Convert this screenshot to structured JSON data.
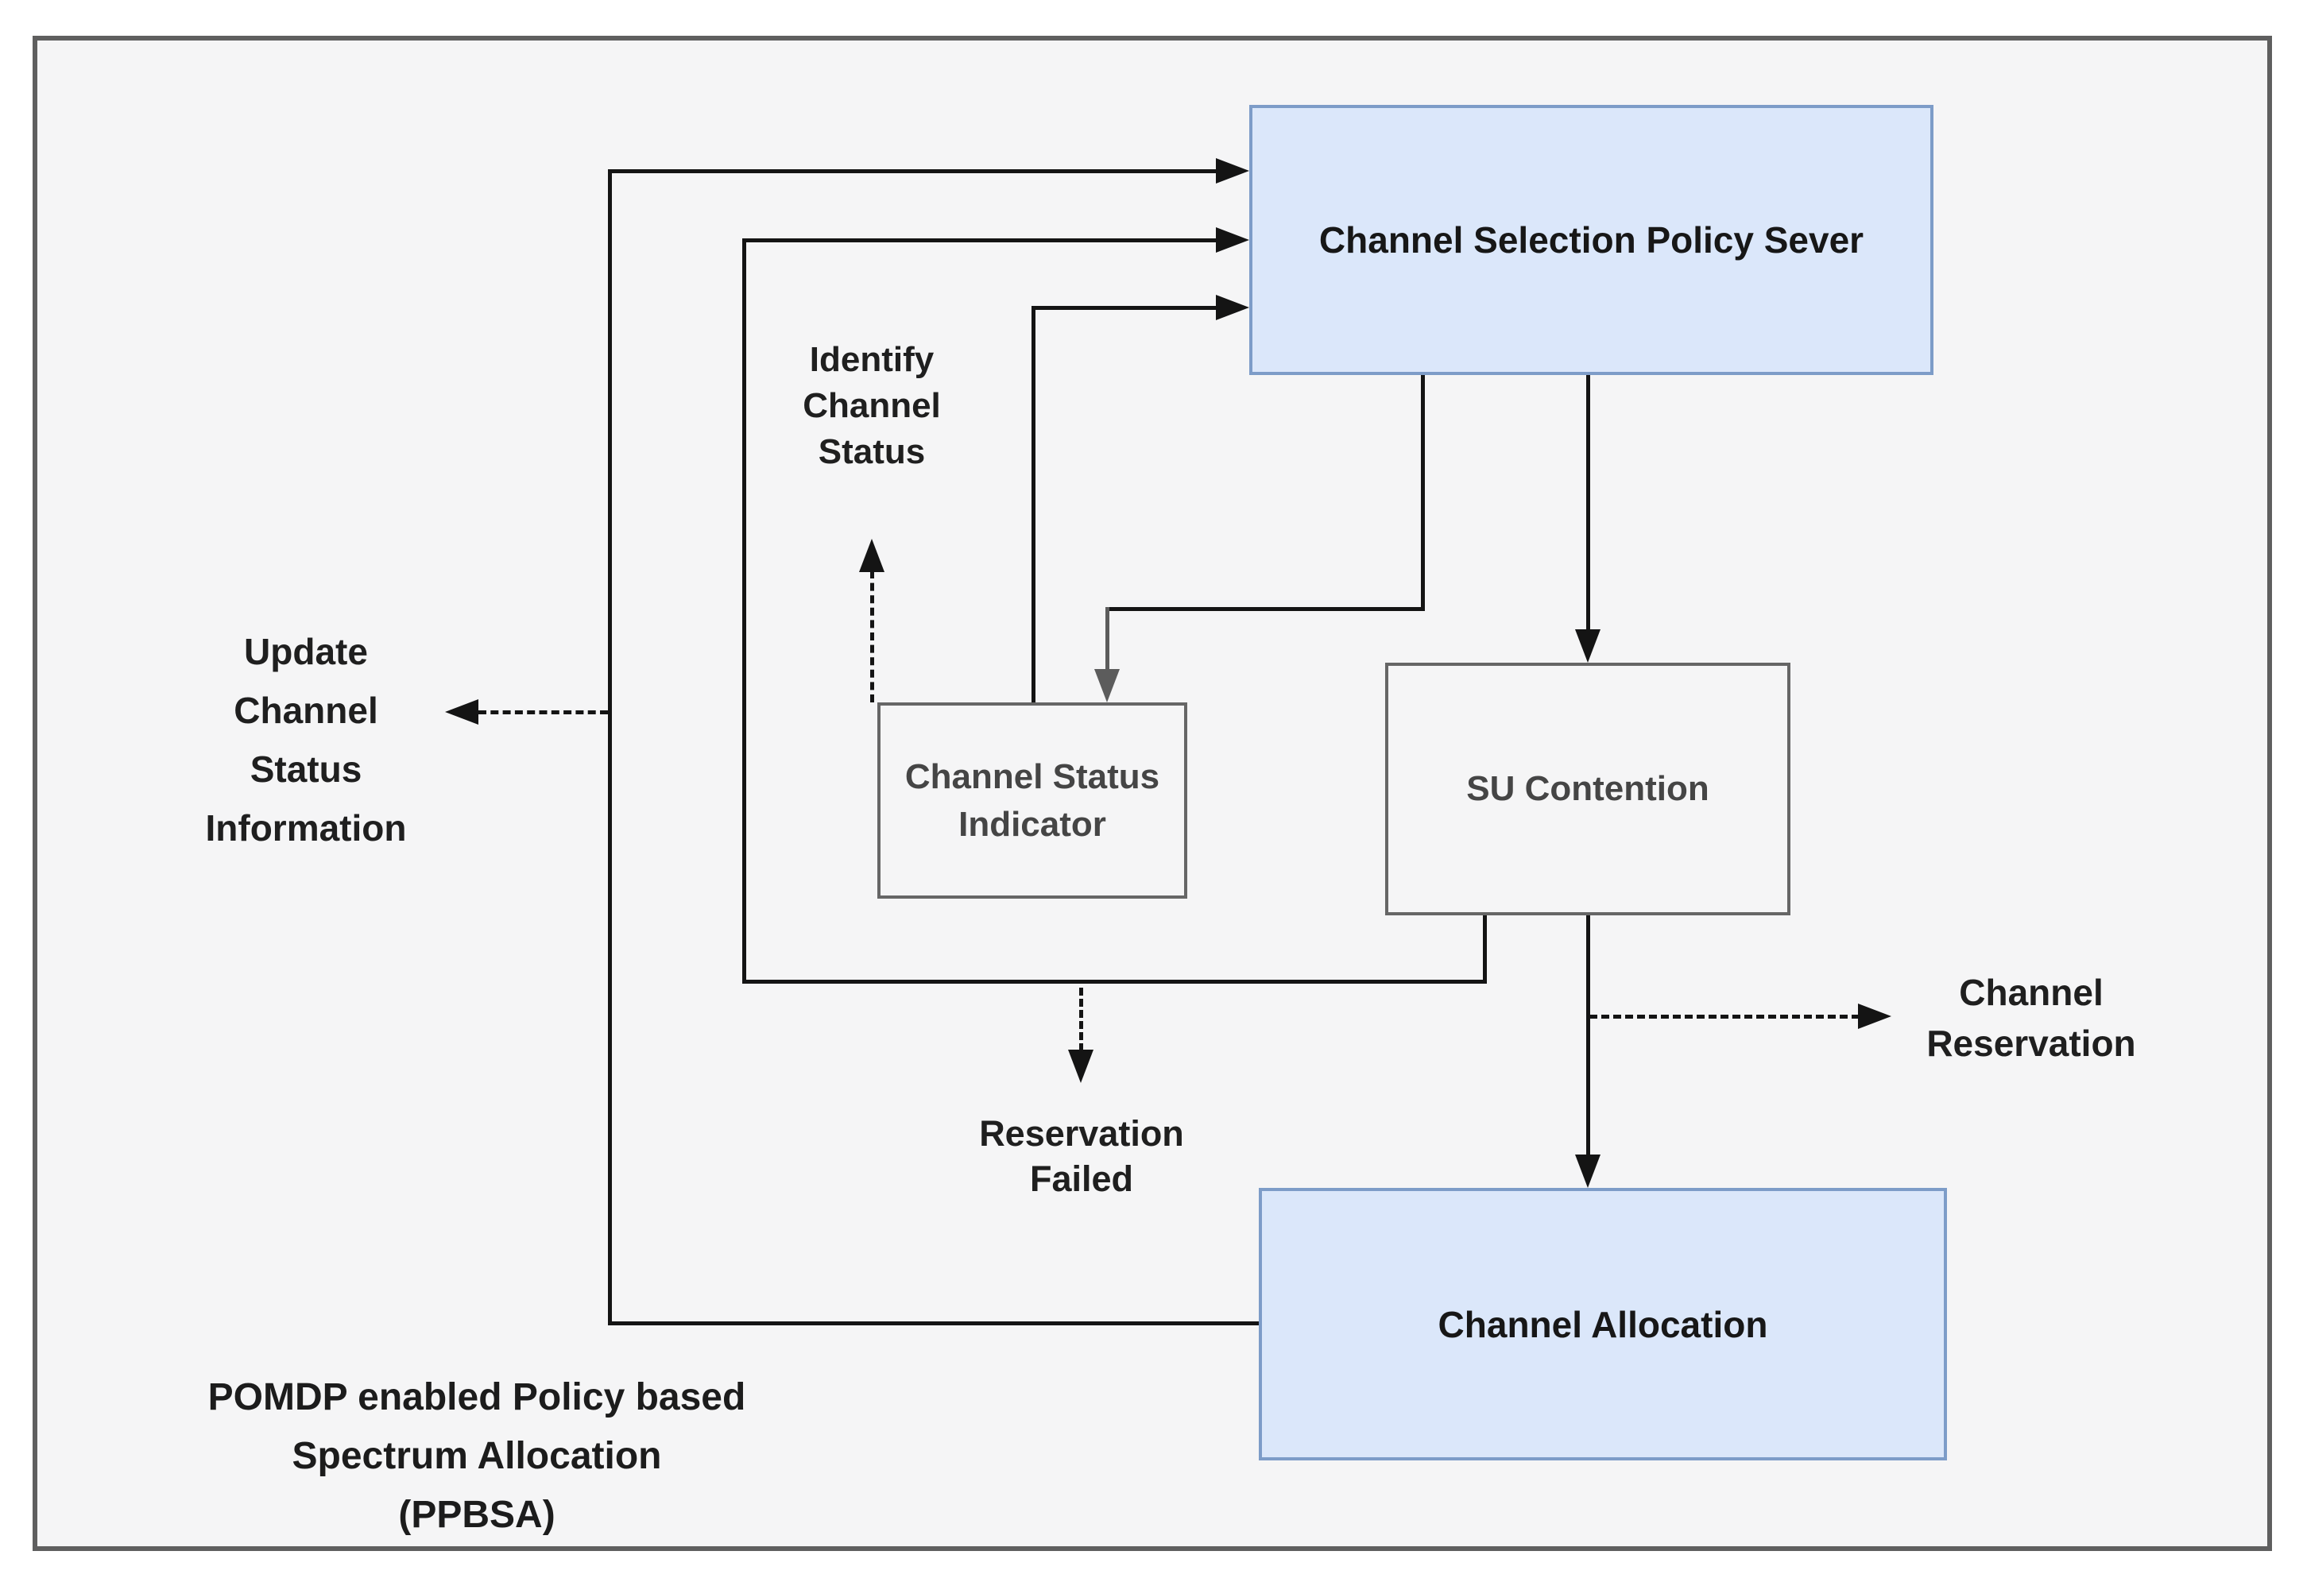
{
  "diagram_title": "PPBSA flow diagram",
  "nodes": {
    "policy_server": {
      "label": "Channel Selection Policy Sever"
    },
    "channel_status_indicator": {
      "lines": [
        "Channel Status",
        "Indicator"
      ]
    },
    "su_contention": {
      "label": "SU Contention"
    },
    "channel_allocation": {
      "label": "Channel Allocation"
    }
  },
  "edge_labels": {
    "update_channel_status": [
      "Update",
      "Channel",
      "Status",
      "Information"
    ],
    "identify_channel_status": [
      "Identify",
      "Channel",
      "Status"
    ],
    "reservation_failed": [
      "Reservation",
      "Failed"
    ],
    "channel_reservation": [
      "Channel",
      "Reservation"
    ]
  },
  "caption": [
    "POMDP enabled Policy based",
    "Spectrum Allocation",
    "(PPBSA)"
  ],
  "colors": {
    "background": "#f5f5f6",
    "frame_border": "#5f5f5f",
    "node_fill_blue": "#dbe7fa",
    "node_border_blue": "#7d9cc8",
    "node_border_gray": "#666666",
    "connector": "#141414",
    "connector_gray": "#5c5c5c"
  }
}
